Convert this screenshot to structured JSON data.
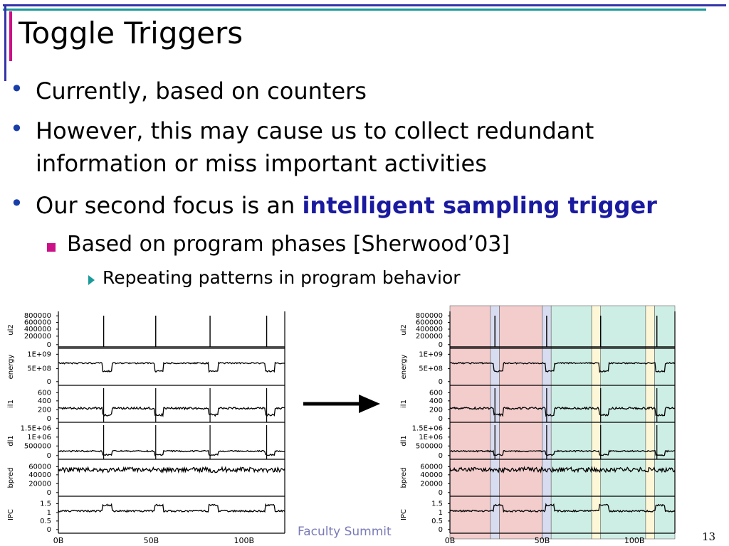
{
  "slide": {
    "title": "Toggle Triggers",
    "bullets": [
      "Currently, based on counters",
      "However, this may cause us to collect redundant",
      "information or miss important activities",
      "Our second focus is an "
    ],
    "highlight": "intelligent sampling trigger",
    "sub_bullet": "Based on program phases [Sherwood’03]",
    "subsub_bullet": "Repeating patterns in program behavior",
    "footer": "Faculty Summit",
    "page_number": "13"
  },
  "colors": {
    "accent_blue": "#3333aa",
    "accent_teal": "#1a9a9a",
    "accent_magenta": "#cc1188",
    "highlight": "#1a1aa0",
    "phase_a": "#f3cccc",
    "phase_b": "#cdeee4",
    "phase_c": "#fdf7d8",
    "phase_d": "#d8dcf0"
  },
  "chart_data": [
    {
      "type": "line",
      "x_ticks": [
        "0B",
        "50B",
        "100B"
      ],
      "panels": [
        {
          "ylabel": "ul2",
          "ticks": [
            "800000",
            "600000",
            "400000",
            "200000",
            "0"
          ]
        },
        {
          "ylabel": "energy",
          "ticks": [
            "1E+09",
            "5E+08",
            "0"
          ]
        },
        {
          "ylabel": "il1",
          "ticks": [
            "600",
            "400",
            "200",
            "0"
          ]
        },
        {
          "ylabel": "dl1",
          "ticks": [
            "1.5E+06",
            "1E+06",
            "500000",
            "0"
          ]
        },
        {
          "ylabel": "bpred",
          "ticks": [
            "60000",
            "40000",
            "20000",
            "0"
          ]
        },
        {
          "ylabel": "IPC",
          "ticks": [
            "1.5",
            "1",
            "0.5",
            "0"
          ]
        }
      ]
    },
    {
      "type": "line",
      "x_ticks": [
        "0B",
        "50B",
        "100B"
      ],
      "panels": [
        {
          "ylabel": "ul2",
          "ticks": [
            "800000",
            "600000",
            "400000",
            "200000",
            "0"
          ]
        },
        {
          "ylabel": "energy",
          "ticks": [
            "1E+09",
            "5E+08",
            "0"
          ]
        },
        {
          "ylabel": "il1",
          "ticks": [
            "600",
            "400",
            "200",
            "0"
          ]
        },
        {
          "ylabel": "dl1",
          "ticks": [
            "1.5E+06",
            "1E+06",
            "500000",
            "0"
          ]
        },
        {
          "ylabel": "bpred",
          "ticks": [
            "60000",
            "40000",
            "20000",
            "0"
          ]
        },
        {
          "ylabel": "IPC",
          "ticks": [
            "1.5",
            "1",
            "0.5",
            "0"
          ]
        }
      ]
    }
  ]
}
